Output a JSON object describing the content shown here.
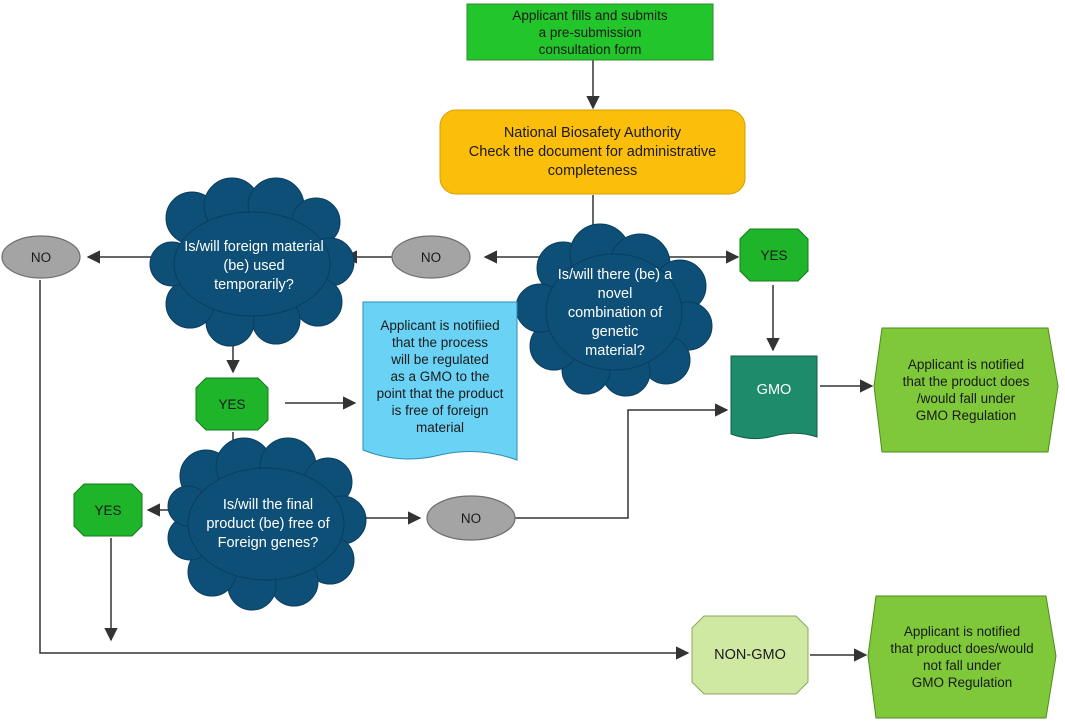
{
  "diagram": {
    "start": "Applicant fills and submits\na pre-submission\nconsultation form",
    "authority": "National Biosafety Authority\nCheck the document for administrative\ncompleteness",
    "q_novel": "Is/will there (be) a\nnovel\ncombination of\ngenetic\nmaterial?",
    "q_foreign": "Is/will foreign material\n(be) used\ntemporarily?",
    "q_final": "Is/will the final\nproduct (be) free of\nForeign genes?",
    "no_left": "NO",
    "no_mid": "NO",
    "no_final": "NO",
    "yes_novel": "YES",
    "yes_foreign": "YES",
    "yes_final": "YES",
    "note_process": "Applicant is notifiied\nthat the process\nwill be regulated\nas a GMO to the\npoint that the product\nis free of foreign\nmaterial",
    "gmo": "GMO",
    "non_gmo": "NON-GMO",
    "outcome_gmo": "Applicant is notified\nthat the product does\n/would fall under\nGMO Regulation",
    "outcome_non_gmo": "Applicant is notified\nthat product does/would\nnot fall under\nGMO Regulation"
  },
  "colors": {
    "start_green": "#22c62a",
    "authority_orange": "#fbbe0a",
    "cloud_blue": "#0e4f78",
    "terminal_grey": "#a4a4a4",
    "yes_green": "#1fb52a",
    "note_blue": "#6ad3f5",
    "gmo_teal": "#1e8b6a",
    "non_gmo_green": "#cfe9a3",
    "outcome_green": "#7ec83a"
  }
}
